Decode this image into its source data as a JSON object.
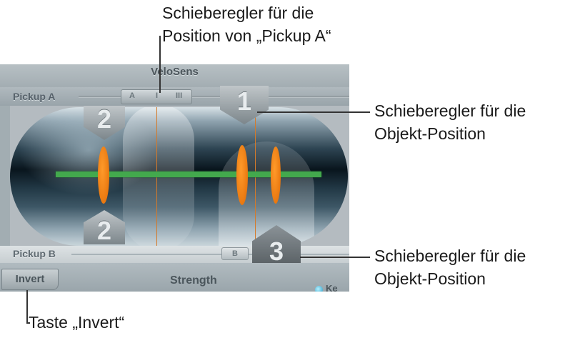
{
  "plugin": {
    "velosens_label": "VeloSens",
    "pickup_a_label": "Pickup A",
    "pickup_a_marks": [
      "A",
      "I",
      "III"
    ],
    "pickup_b_label": "Pickup B",
    "pickup_b_mark": "B",
    "object_knobs": [
      "1",
      "2",
      "2",
      "3"
    ],
    "invert_label": "Invert",
    "strength_label": "Strength",
    "key_label": "Ke",
    "string_color": "#43a94d",
    "object_color": "#f07d12"
  },
  "callouts": {
    "pickup_a_line1": "Schieberegler für die",
    "pickup_a_line2": "Position von „Pickup A“",
    "object1_line1": "Schieberegler für die",
    "object1_line2": "Objekt-Position",
    "object3_line1": "Schieberegler für die",
    "object3_line2": "Objekt-Position",
    "invert": "Taste „Invert“"
  }
}
